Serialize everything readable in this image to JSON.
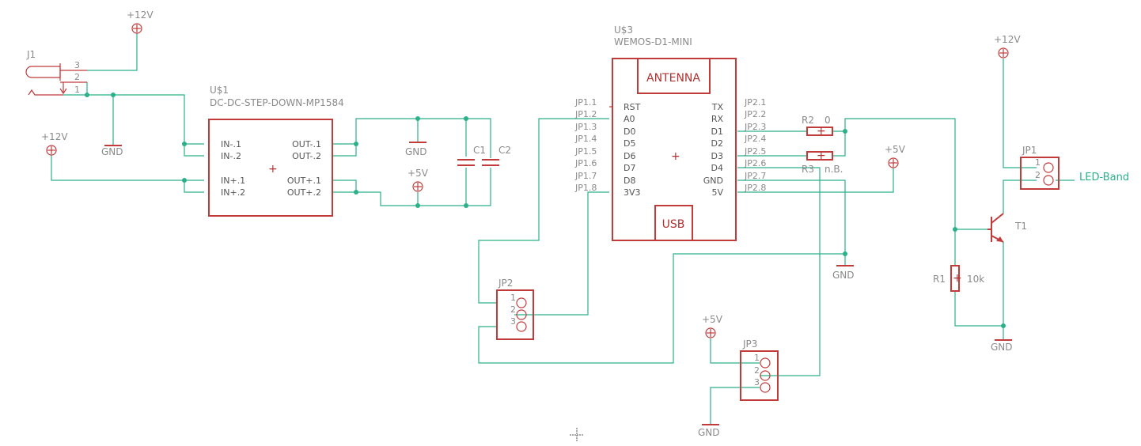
{
  "labels": {
    "j1": "J1",
    "j1_pin3": "3",
    "j1_pin2": "2",
    "j1_pin1": "1",
    "p12v_a": "+12V",
    "p12v_b": "+12V",
    "p12v_c": "+12V",
    "gnd_a": "GND",
    "gnd_b": "GND",
    "gnd_c": "GND",
    "gnd_d": "GND",
    "gnd_e": "GND",
    "p5v_a": "+5V",
    "p5v_b": "+5V",
    "p5v_c": "+5V",
    "u1_ref": "U$1",
    "u1_value": "DC-DC-STEP-DOWN-MP1584",
    "u3_ref": "U$3",
    "u3_value": "WEMOS-D1-MINI",
    "c1": "C1",
    "c2": "C2",
    "r1": "R1",
    "r1_value": "10k",
    "r2": "R2",
    "r2_value": "0",
    "r3": "R3",
    "r3_value": "n.B.",
    "t1": "T1",
    "jp1": "JP1",
    "jp2": "JP2",
    "jp3": "JP3",
    "led_band": "LED-Band",
    "antenna": "ANTENNA",
    "usb": "USB",
    "plus": "+"
  },
  "u1_pins_left": [
    "IN-.1",
    "IN-.2",
    "IN+.1",
    "IN+.2"
  ],
  "u1_pins_right": [
    "OUT-.1",
    "OUT-.2",
    "OUT+.1",
    "OUT+.2"
  ],
  "u3_pins_left": [
    "RST",
    "A0",
    "D0",
    "D5",
    "D6",
    "D7",
    "D8",
    "3V3"
  ],
  "u3_pins_right": [
    "TX",
    "RX",
    "D1",
    "D2",
    "D3",
    "D4",
    "GND",
    "5V"
  ],
  "u3_jp1": [
    "JP1.1",
    "JP1.2",
    "JP1.3",
    "JP1.4",
    "JP1.5",
    "JP1.6",
    "JP1.7",
    "JP1.8"
  ],
  "u3_jp2": [
    "JP2.1",
    "JP2.2",
    "JP2.3",
    "JP2.4",
    "JP2.5",
    "JP2.6",
    "JP2.7",
    "JP2.8"
  ],
  "header_pins3": [
    "1",
    "2",
    "3"
  ],
  "header_pins2": [
    "1",
    "2"
  ]
}
